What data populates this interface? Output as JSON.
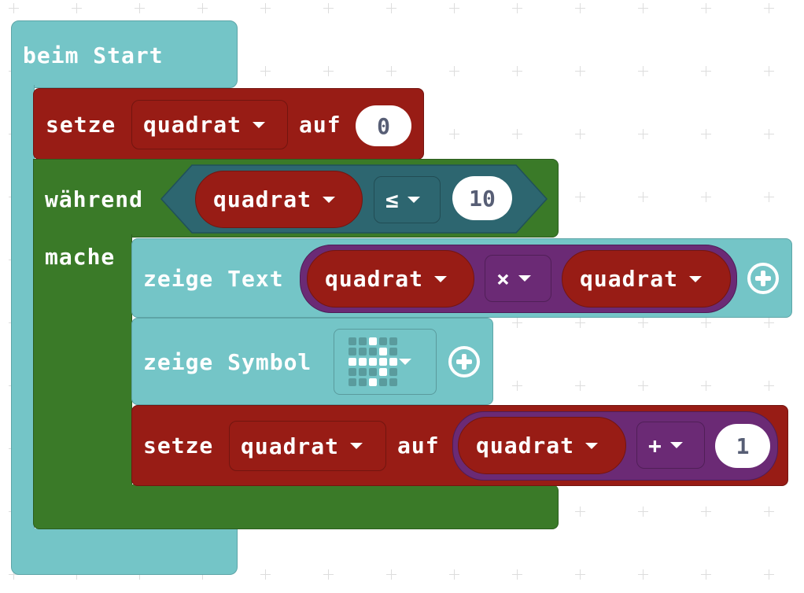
{
  "on_start": {
    "label": "beim Start"
  },
  "set1": {
    "label": "setze",
    "variable": "quadrat",
    "to_label": "auf",
    "value": "0"
  },
  "while_block": {
    "label": "während",
    "do_label": "mache",
    "condition": {
      "left": "quadrat",
      "operator": "≤",
      "right": "10"
    }
  },
  "show_text": {
    "label": "zeige Text",
    "left": "quadrat",
    "operator": "×",
    "right": "quadrat"
  },
  "show_icon": {
    "label": "zeige Symbol",
    "icon": "arrow-east",
    "led_pattern": [
      [
        0,
        0,
        1,
        0,
        0
      ],
      [
        0,
        0,
        0,
        1,
        0
      ],
      [
        1,
        1,
        1,
        1,
        1
      ],
      [
        0,
        0,
        0,
        1,
        0
      ],
      [
        0,
        0,
        1,
        0,
        0
      ]
    ]
  },
  "set2": {
    "label": "setze",
    "variable": "quadrat",
    "to_label": "auf",
    "left": "quadrat",
    "operator": "+",
    "right": "1"
  },
  "colors": {
    "loops": "#3a7a28",
    "variables": "#981c15",
    "basic": "#74c5c7",
    "logic": "#2d6670",
    "math": "#6b2a75"
  }
}
